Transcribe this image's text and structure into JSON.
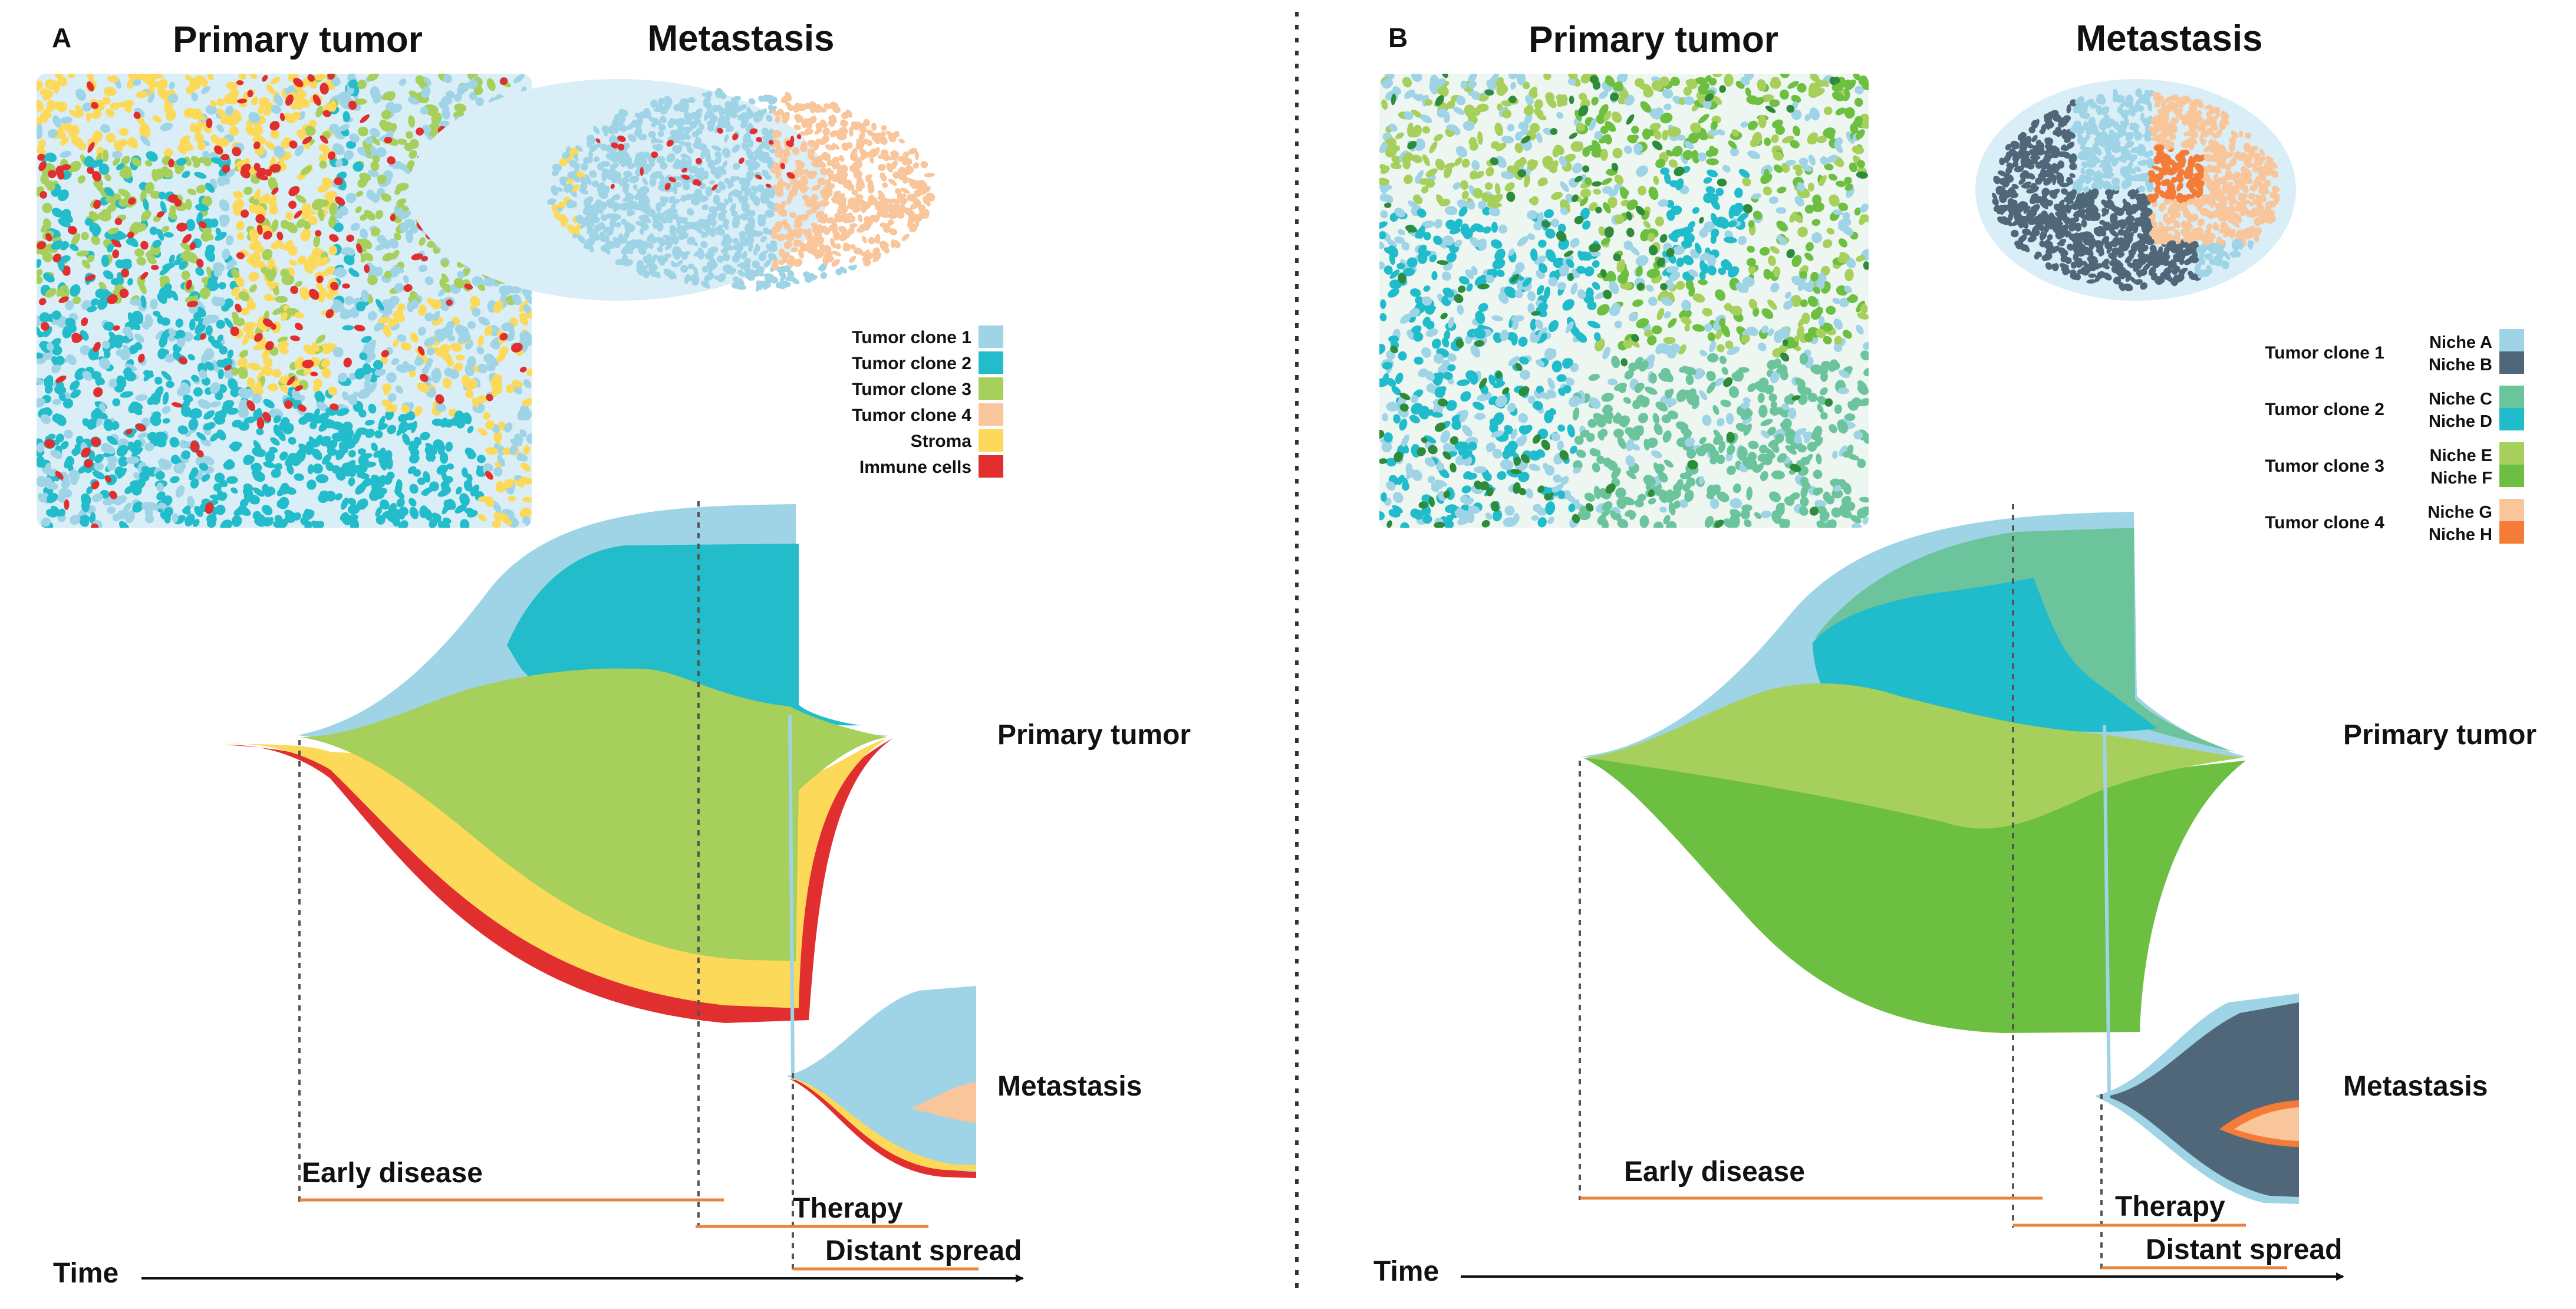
{
  "colors": {
    "clone1": "#9fd3e6",
    "clone2": "#22bccb",
    "clone3": "#a6cf5b",
    "clone4": "#f9c59a",
    "stroma": "#fdd95a",
    "immune": "#e12e2e",
    "nicheA": "#9fd3e6",
    "nicheB": "#4f6778",
    "nicheC": "#6cc49d",
    "nicheD": "#20bccb",
    "nicheE": "#a6cf5b",
    "nicheF": "#6cbf41",
    "nicheG": "#f9c59a",
    "nicheH": "#f47c36",
    "phase_line": "#e8843f",
    "cell_bg": "#d9eef7"
  },
  "panelA": {
    "letter": "A",
    "heading_primary": "Primary tumor",
    "heading_metastasis": "Metastasis",
    "label_primary": "Primary tumor",
    "label_metastasis": "Metastasis",
    "legend": [
      {
        "label": "Tumor clone 1",
        "color": "#9fd3e6"
      },
      {
        "label": "Tumor clone 2",
        "color": "#22bccb"
      },
      {
        "label": "Tumor clone 3",
        "color": "#a6cf5b"
      },
      {
        "label": "Tumor clone 4",
        "color": "#f9c59a"
      },
      {
        "label": "Stroma",
        "color": "#fdd95a"
      },
      {
        "label": "Immune cells",
        "color": "#e12e2e"
      }
    ],
    "phases": {
      "early": "Early disease",
      "therapy": "Therapy",
      "spread": "Distant spread"
    },
    "time_label": "Time"
  },
  "panelB": {
    "letter": "B",
    "heading_primary": "Primary tumor",
    "heading_metastasis": "Metastasis",
    "label_primary": "Primary tumor",
    "label_metastasis": "Metastasis",
    "legend": [
      {
        "clone": "Tumor clone 1",
        "niches": [
          {
            "label": "Niche A",
            "color": "#9fd3e6"
          },
          {
            "label": "Niche B",
            "color": "#4f6778"
          }
        ]
      },
      {
        "clone": "Tumor clone 2",
        "niches": [
          {
            "label": "Niche C",
            "color": "#6cc49d"
          },
          {
            "label": "Niche D",
            "color": "#20bccb"
          }
        ]
      },
      {
        "clone": "Tumor clone 3",
        "niches": [
          {
            "label": "Niche E",
            "color": "#a6cf5b"
          },
          {
            "label": "Niche F",
            "color": "#6cbf41"
          }
        ]
      },
      {
        "clone": "Tumor clone 4",
        "niches": [
          {
            "label": "Niche G",
            "color": "#f9c59a"
          },
          {
            "label": "Niche H",
            "color": "#f47c36"
          }
        ]
      }
    ],
    "phases": {
      "early": "Early disease",
      "therapy": "Therapy",
      "spread": "Distant spread"
    },
    "time_label": "Time"
  }
}
